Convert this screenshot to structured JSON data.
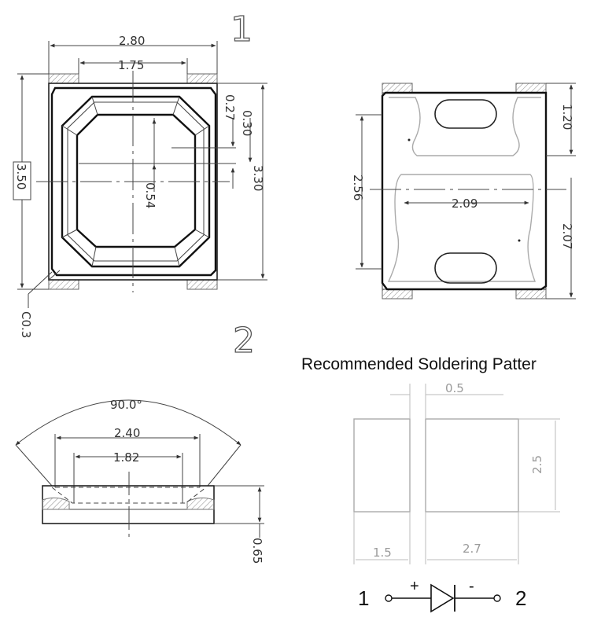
{
  "view_labels": {
    "top_view": "1",
    "side_view": "2"
  },
  "top_view_dims": {
    "width": "2.80",
    "inner_width": "1.75",
    "height_boxed": "3.50",
    "inner_height": "3.30",
    "offset_a": "0.27",
    "offset_b": "0.30",
    "center_offset": "0.54",
    "chamfer": "C0.3"
  },
  "bottom_view_dims": {
    "pad_top": "1.20",
    "pad_span": "2.56",
    "pad_width": "2.09",
    "pad_bottom": "2.07"
  },
  "side_view_dims": {
    "angle": "90.0°",
    "lens_outer": "2.40",
    "lens_inner": "1.82",
    "thickness": "0.65"
  },
  "soldering": {
    "title": "Recommended Soldering Patter",
    "gap": "0.5",
    "pad_height": "2.5",
    "small_pad_width": "1.5",
    "large_pad_width": "2.7"
  },
  "polarity": {
    "pin_left": "1",
    "pin_right": "2",
    "anode_sign": "+",
    "cathode_sign": "-"
  }
}
